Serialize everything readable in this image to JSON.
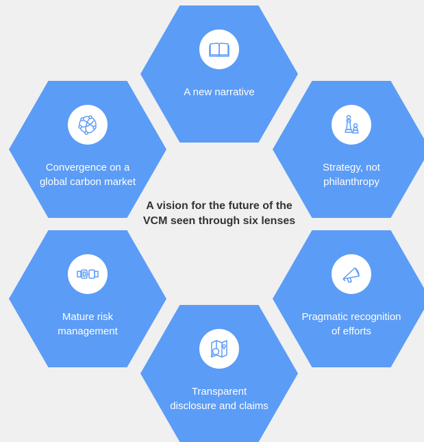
{
  "colors": {
    "background": "#f0f0f0",
    "hexagon": "#5b9cf6",
    "icon_background": "#ffffff",
    "icon_stroke": "#5b9cf6",
    "title_text": "#333333",
    "hex_text": "#ffffff"
  },
  "center_title": "A vision for the future of the VCM seen through six lenses",
  "lenses": [
    {
      "icon": "open-book-icon",
      "label": "A new narrative"
    },
    {
      "icon": "globe-network-icon",
      "label": "Convergence on a global carbon market"
    },
    {
      "icon": "chess-pieces-icon",
      "label": "Strategy, not philanthropy"
    },
    {
      "icon": "seatbelt-buckle-icon",
      "label": "Mature risk management"
    },
    {
      "icon": "megaphone-icon",
      "label": "Pragmatic recognition of efforts"
    },
    {
      "icon": "map-magnifier-icon",
      "label": "Transparent disclosure and claims"
    }
  ]
}
